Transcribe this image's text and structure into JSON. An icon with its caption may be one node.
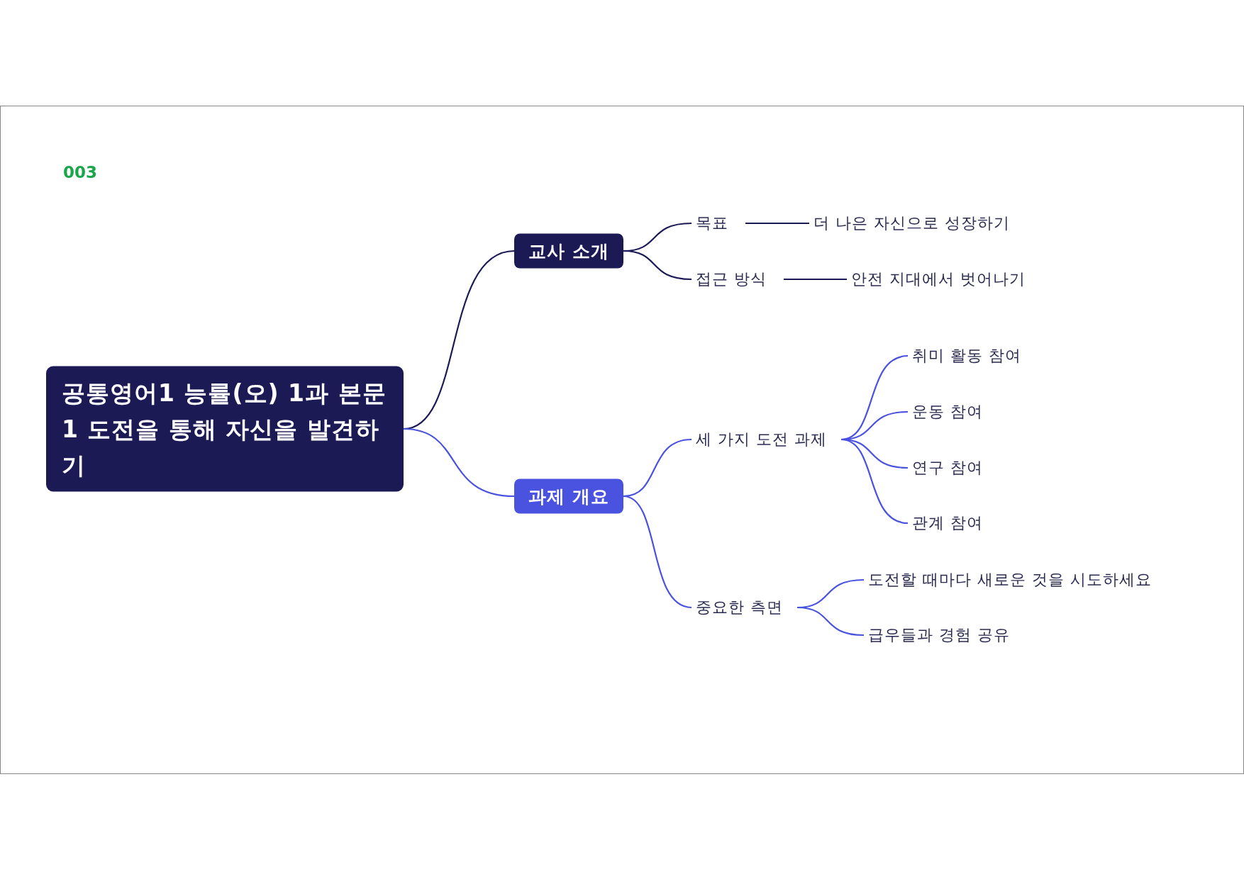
{
  "diagram": {
    "nodes": [
      {
        "text": [
          "공통영어1 능률(오) 1과 본문1 도전을 통해 자신을 발견하기"
        ]
      },
      {
        "text": [
          "교사 소개"
        ]
      },
      {
        "text": [
          "목표"
        ]
      },
      {
        "text": [
          "더 나은 자신으로 성장하기"
        ]
      },
      {
        "text": [
          "접근 방식"
        ]
      },
      {
        "text": [
          "안전 지대에서 벗어나기"
        ]
      },
      {
        "text": [
          "과제 개요"
        ]
      },
      {
        "text": [
          "세 가지 도전 과제"
        ]
      },
      {
        "text": [
          "취미 활동 참여"
        ]
      },
      {
        "text": [
          "운동 참여"
        ]
      },
      {
        "text": [
          "연구 참여"
        ]
      },
      {
        "text": [
          "관계 참여"
        ]
      },
      {
        "text": [
          "중요한 측면"
        ]
      },
      {
        "text": [
          "도전할 때마다 새로운 것을 시도하세요"
        ]
      },
      {
        "text": [
          "급우들과 경험 공유"
        ]
      }
    ],
    "edges": [
      {
        "from": 0,
        "to": 1,
        "arrow": "none",
        "color": "#1c1a55"
      },
      {
        "from": 1,
        "to": 2,
        "arrow": "none",
        "color": "#1c1a55"
      },
      {
        "from": 2,
        "to": 3,
        "arrow": "none",
        "color": "#1c1a55"
      },
      {
        "from": 1,
        "to": 4,
        "arrow": "none",
        "color": "#1c1a55"
      },
      {
        "from": 4,
        "to": 5,
        "arrow": "none",
        "color": "#1c1a55"
      },
      {
        "from": 0,
        "to": 6,
        "arrow": "none"
      },
      {
        "from": 6,
        "to": 7,
        "arrow": "none"
      },
      {
        "from": 7,
        "to": 8,
        "arrow": "none"
      },
      {
        "from": 7,
        "to": 9,
        "arrow": "none"
      },
      {
        "from": 7,
        "to": 10,
        "arrow": "none"
      },
      {
        "from": 7,
        "to": 11,
        "arrow": "none"
      },
      {
        "from": 6,
        "to": 12,
        "arrow": "none"
      },
      {
        "from": 12,
        "to": 13,
        "arrow": "none"
      },
      {
        "from": 12,
        "to": 14,
        "arrow": "none"
      }
    ],
    "labels": [
      "003"
    ]
  }
}
